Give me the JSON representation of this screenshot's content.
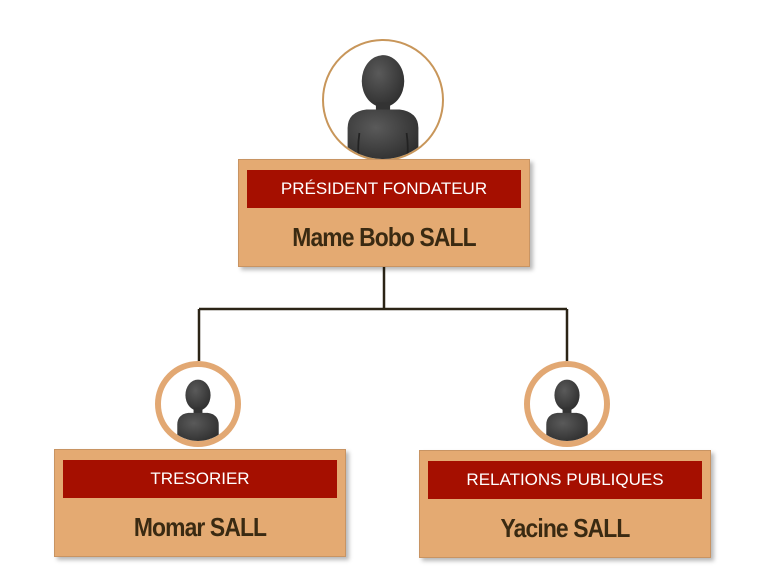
{
  "org_chart": {
    "root": {
      "role": "PRÉSIDENT FONDATEUR",
      "name": "Mame Bobo SALL"
    },
    "members": [
      {
        "role": "TRESORIER",
        "name": "Momar SALL"
      },
      {
        "role": "RELATIONS PUBLIQUES",
        "name": "Yacine SALL"
      }
    ]
  },
  "colors": {
    "card_background": "#e4aa72",
    "role_bar": "#a50f00",
    "name_text": "#3a2a12",
    "connector": "#2b2416",
    "avatar_ring": "#e2a873",
    "silhouette": "#3d3d3d"
  },
  "icons": {
    "avatar": "person-silhouette-icon"
  }
}
